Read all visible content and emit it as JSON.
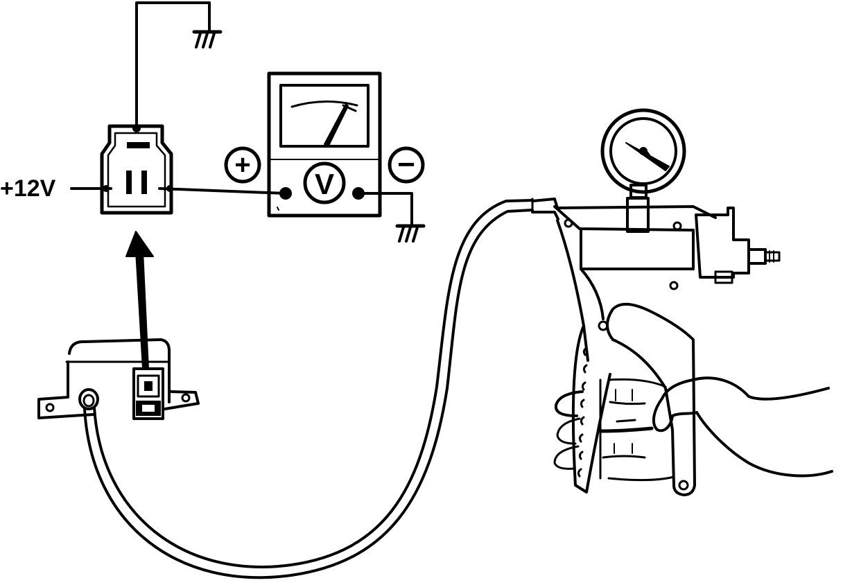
{
  "labels": {
    "supply_voltage": "+12V",
    "positive_terminal": "+",
    "negative_terminal": "−",
    "meter_symbol": "V"
  },
  "colors": {
    "ink": "#000000",
    "paper": "#ffffff"
  },
  "icons": {
    "ground": "ground-symbol",
    "meter": "voltmeter-icon",
    "gauge": "vacuum-gauge-icon"
  }
}
